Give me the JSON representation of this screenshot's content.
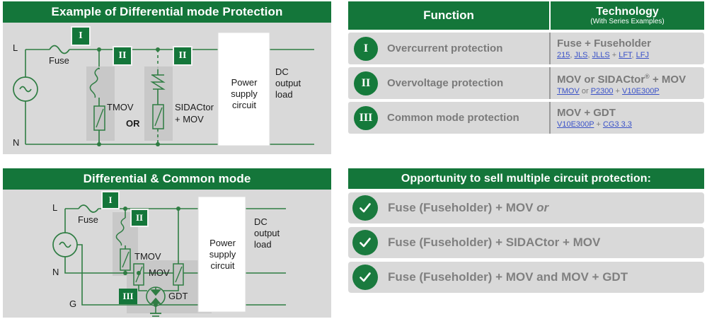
{
  "theme": {
    "green": "#14763a",
    "green_circle": "#157a3b",
    "panel_gray": "#d9d9d9",
    "text_gray": "#7a7a7a",
    "link_blue": "#3a52c8",
    "wire_green": "#2f7d43"
  },
  "diagram_top": {
    "title": "Example of Differential mode Protection",
    "labels": {
      "line": "L",
      "neutral": "N",
      "fuse": "Fuse",
      "badge_1": "I",
      "badge_2a": "II",
      "badge_2b": "II",
      "tmov": "TMOV",
      "or": "OR",
      "sidactor": "SIDACtor",
      "sidactor_plus": "+ MOV",
      "power_supply_1": "Power",
      "power_supply_2": "supply",
      "power_supply_3": "circuit",
      "dc_1": "DC",
      "dc_2": "output",
      "dc_3": "load"
    }
  },
  "diagram_bottom": {
    "title": "Differential & Common mode",
    "labels": {
      "line": "L",
      "neutral": "N",
      "ground": "G",
      "fuse": "Fuse",
      "badge_1": "I",
      "badge_2": "II",
      "badge_3": "III",
      "tmov": "TMOV",
      "mov": "MOV",
      "gdt": "GDT",
      "power_supply_1": "Power",
      "power_supply_2": "supply",
      "power_supply_3": "circuit",
      "dc_1": "DC",
      "dc_2": "output",
      "dc_3": "load"
    }
  },
  "function_table": {
    "headers": {
      "function": "Function",
      "technology": "Technology",
      "technology_sub": "(With Series Examples)"
    },
    "rows": [
      {
        "numeral": "I",
        "function": "Overcurrent protection",
        "tech_main": "Fuse + Fuseholder",
        "tech_parts": [
          "215",
          "JLS",
          "JLLS",
          "LFT",
          "LFJ"
        ],
        "tech_sub_raw": "215, JLS, JLLS + LFT, LFJ"
      },
      {
        "numeral": "II",
        "function": "Overvoltage protection",
        "tech_main": "MOV or SIDACtor",
        "tech_main_sup": "®",
        "tech_main_tail": " + MOV",
        "tech_parts": [
          "TMOV",
          "P2300",
          "V10E300P"
        ],
        "tech_sub_raw": "TMOV or P2300 + V10E300P"
      },
      {
        "numeral": "III",
        "function": "Common mode protection",
        "tech_main": "MOV + GDT",
        "tech_parts": [
          "V10E300P",
          "CG3 3.3"
        ],
        "tech_sub_raw": "V10E300P + CG3 3.3"
      }
    ]
  },
  "opportunity": {
    "title": "Opportunity to sell multiple circuit protection:",
    "items": [
      {
        "text": "Fuse (Fuseholder) + MOV ",
        "emphasis": "or"
      },
      {
        "text": "Fuse (Fuseholder) + SIDACtor + MOV",
        "emphasis": ""
      },
      {
        "text": "Fuse (Fuseholder) + MOV and MOV + GDT",
        "emphasis": ""
      }
    ]
  }
}
